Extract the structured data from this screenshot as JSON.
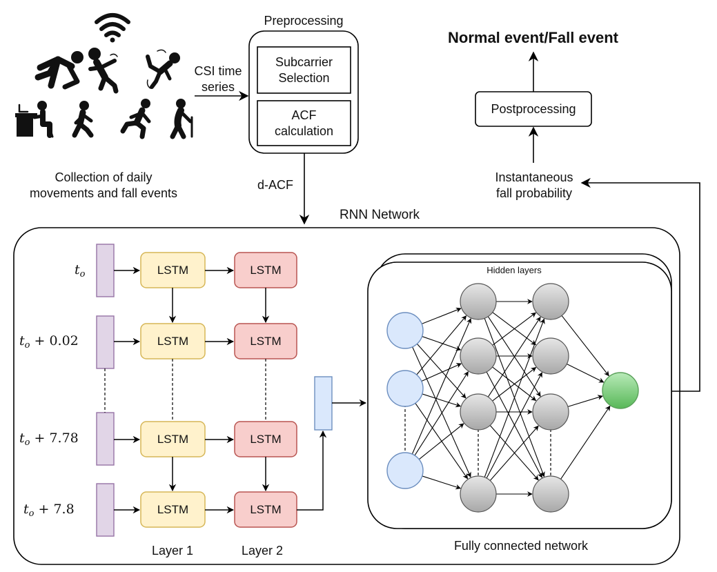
{
  "wifi_label": "",
  "icons": [
    "wifi-icon",
    "person-falling-icon",
    "person-slipping-icon",
    "person-tumbling-icon",
    "person-at-desk-icon",
    "person-walking-icon",
    "person-running-icon",
    "elderly-person-cane-icon"
  ],
  "collection_label_line1": "Collection of daily",
  "collection_label_line2": "movements and fall events",
  "csi_label_line1": "CSI time",
  "csi_label_line2": "series",
  "preprocessing": {
    "title": "Preprocessing",
    "step1_line1": "Subcarrier",
    "step1_line2": "Selection",
    "step2_line1": "ACF",
    "step2_line2": "calculation"
  },
  "dacf_label": "d-ACF",
  "output_title": "Normal event/Fall event",
  "postprocessing_label": "Postprocessing",
  "probability_line1": "Instantaneous",
  "probability_line2": "fall probability",
  "rnn_title": "RNN Network",
  "time_steps": [
    {
      "base": "t",
      "sub": "o",
      "offset": ""
    },
    {
      "base": "t",
      "sub": "o",
      "offset": " + 0.02"
    },
    {
      "base": "t",
      "sub": "o",
      "offset": " + 7.78"
    },
    {
      "base": "t",
      "sub": "o",
      "offset": " + 7.8"
    }
  ],
  "lstm_label": "LSTM",
  "layer1_label": "Layer 1",
  "layer2_label": "Layer 2",
  "hidden_layers_label": "Hidden layers",
  "fc_label": "Fully connected network",
  "colors": {
    "lstm_layer1_fill": "#fff2cc",
    "lstm_layer1_stroke": "#d6b656",
    "lstm_layer2_fill": "#f8cecc",
    "lstm_layer2_stroke": "#b85450",
    "input_fill": "#e1d5e7",
    "input_stroke": "#9673a6",
    "blue_fill": "#dae8fc",
    "blue_stroke": "#6c8ebf",
    "hidden_fill": "#c8c8c8",
    "output_fill": "#7ed07e",
    "output_stroke": "#5aa05a"
  }
}
